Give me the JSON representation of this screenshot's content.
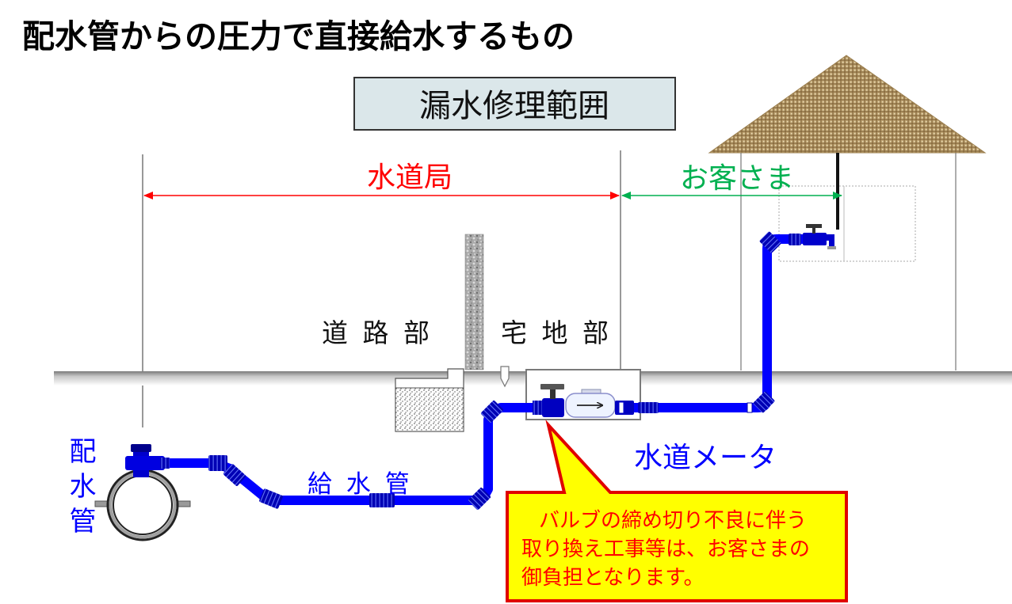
{
  "title": "配水管からの圧力で直接給水するもの",
  "repair_range": {
    "label": "漏水修理範囲",
    "fill": "#dbe7ea"
  },
  "responsibility": {
    "bureau": {
      "label": "水道局",
      "color": "#ff0000"
    },
    "customer": {
      "label": "お客さま",
      "color": "#00b050"
    }
  },
  "zones": {
    "road": "道 路 部",
    "residential": "宅 地 部"
  },
  "labels": {
    "water_meter": "水道メータ",
    "service_pipe": "給 水 管",
    "distribution_main": "配水管"
  },
  "callout": {
    "lines": [
      "バルブの締め切り不良に伴う",
      "取り換え工事等は、お客さまの",
      "御負担となります。"
    ],
    "text_color": "#ff0000",
    "fill": "#ffff00",
    "border": "#e00000"
  },
  "colors": {
    "pipe": "#0000ff",
    "pipe_fitting": "#0000b4",
    "label_blue": "#0000ff"
  },
  "icons": {
    "faucet": "faucet-icon",
    "valve": "valve-icon",
    "meter": "water-meter-icon",
    "house": "house-icon"
  }
}
